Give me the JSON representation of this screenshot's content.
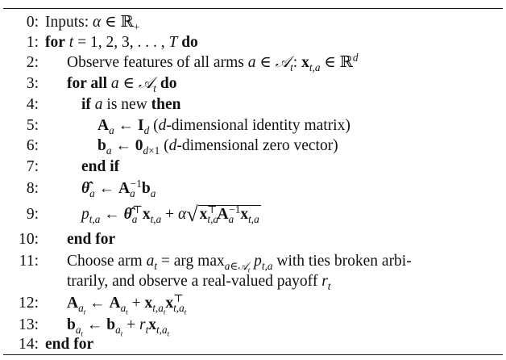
{
  "algorithm": {
    "lines": [
      {
        "num": "0:",
        "text": "Inputs: α ∈ ℝ₊"
      },
      {
        "num": "1:",
        "text": "for t = 1, 2, 3, . . . , T do"
      },
      {
        "num": "2:",
        "text": "Observe features of all arms a ∈ 𝒜_t: x_{t,a} ∈ ℝ^d"
      },
      {
        "num": "3:",
        "text": "for all a ∈ 𝒜_t do"
      },
      {
        "num": "4:",
        "text": "if a is new then"
      },
      {
        "num": "5:",
        "text": "A_a ← I_d (d-dimensional identity matrix)"
      },
      {
        "num": "6:",
        "text": "b_a ← 0_{d×1} (d-dimensional zero vector)"
      },
      {
        "num": "7:",
        "text": "end if"
      },
      {
        "num": "8:",
        "text": "θ̂_a ← A_a^{-1} b_a"
      },
      {
        "num": "9:",
        "text": "p_{t,a} ← θ̂_a^⊤ x_{t,a} + α √(x_{t,a}^⊤ A_a^{-1} x_{t,a})"
      },
      {
        "num": "10:",
        "text": "end for"
      },
      {
        "num": "11:",
        "text": "Choose arm a_t = arg max_{a∈𝒜_t} p_{t,a} with ties broken arbitrarily, and observe a real-valued payoff r_t"
      },
      {
        "num": "12:",
        "text": "A_{a_t} ← A_{a_t} + x_{t,a_t} x_{t,a_t}^⊤"
      },
      {
        "num": "13:",
        "text": "b_{a_t} ← b_{a_t} + r_t x_{t,a_t}"
      },
      {
        "num": "14:",
        "text": "end for"
      }
    ],
    "words": {
      "inputs": "Inputs:",
      "for": "for",
      "do": "do",
      "observe": "Observe features of all arms",
      "for_all": "for all",
      "if": "if",
      "is_new": "is new",
      "then": "then",
      "identity_note": "-dimensional identity matrix)",
      "zero_note": "-dimensional zero vector)",
      "end_if": "end if",
      "end_for": "end for",
      "choose_arm": "Choose arm",
      "arg_max": "arg max",
      "ties_1": "with ties broken arbi-",
      "ties_2": "trarily, and observe a real-valued payoff"
    }
  }
}
